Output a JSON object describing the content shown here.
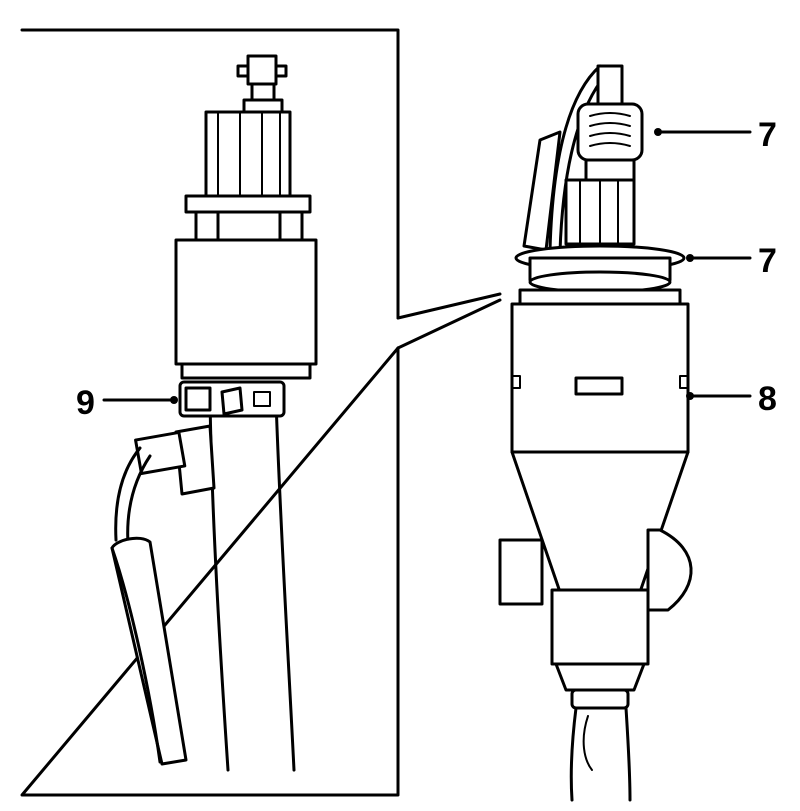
{
  "callouts": {
    "label_connector": "7",
    "label_flange": "7",
    "label_housing": "8",
    "label_clamp": "9"
  },
  "colors": {
    "stroke": "#000000",
    "background": "#ffffff"
  }
}
